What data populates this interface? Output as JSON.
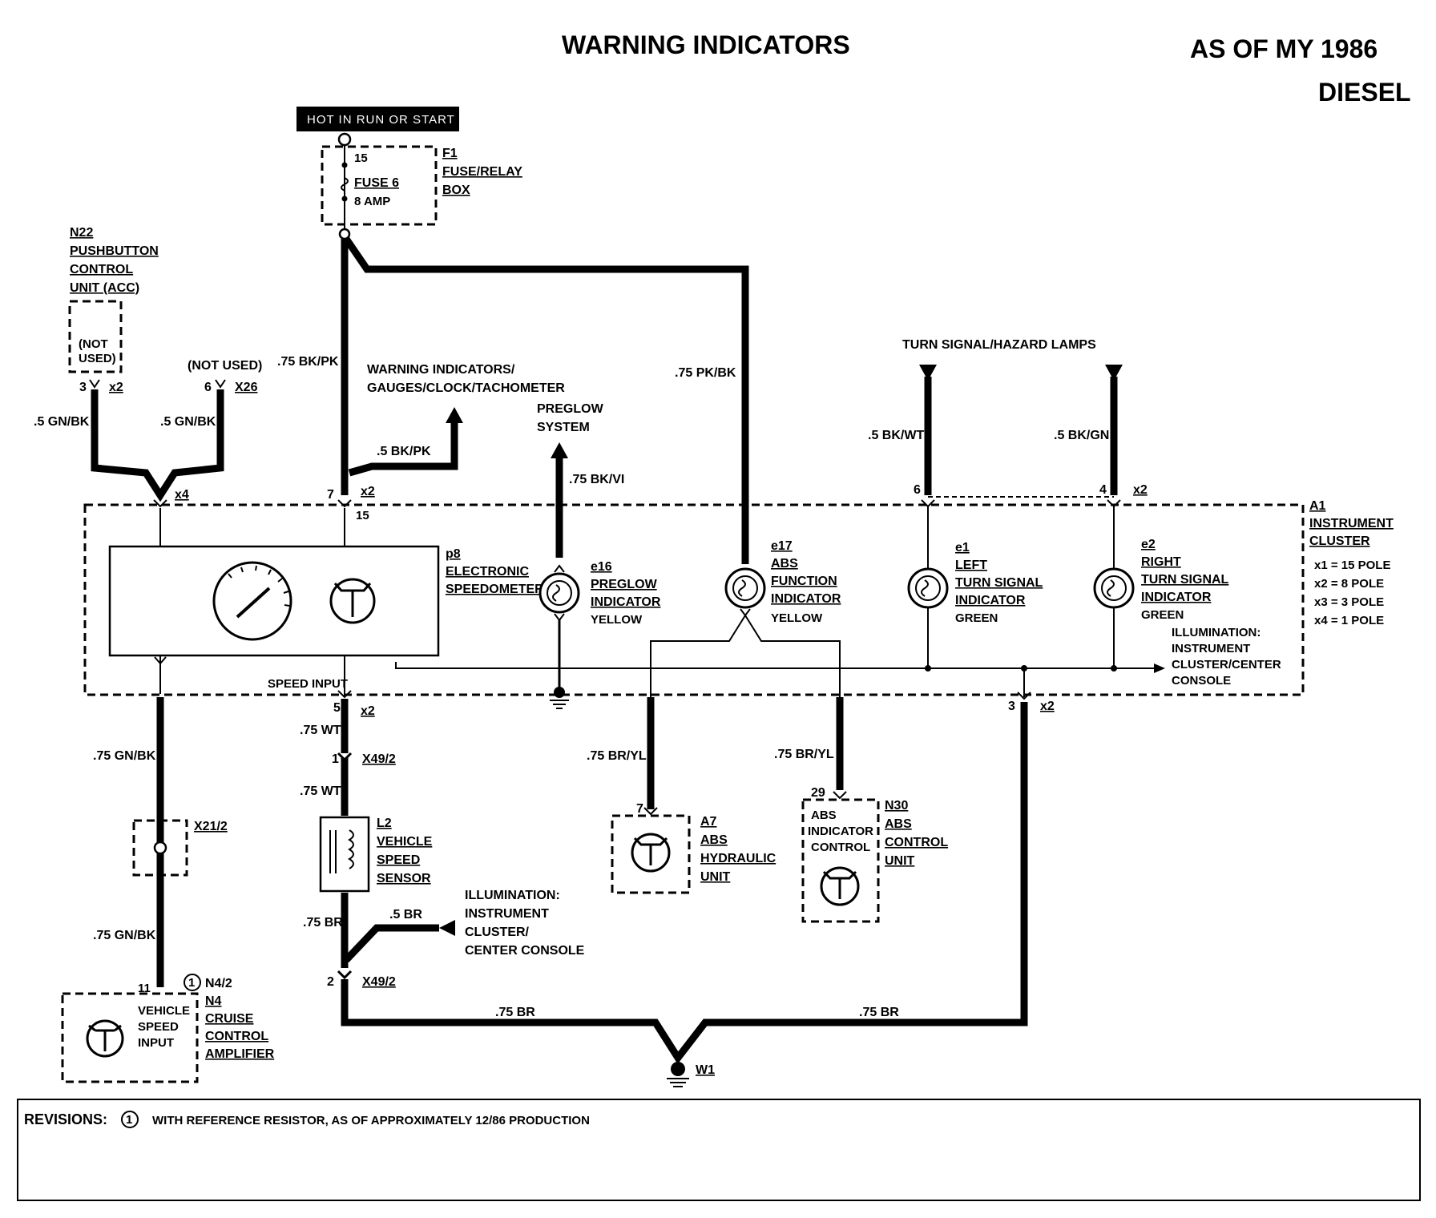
{
  "header": {
    "title": "WARNING INDICATORS",
    "model_year": "AS OF MY 1986",
    "engine": "DIESEL"
  },
  "power_source": {
    "label": "HOT IN RUN OR START"
  },
  "fuse_box": {
    "id": "F1",
    "name_line1": "FUSE/RELAY",
    "name_line2": "BOX",
    "pin": "15",
    "fuse_name": "FUSE 6",
    "fuse_rating": "8 AMP"
  },
  "n22": {
    "id": "N22",
    "line1": "PUSHBUTTON",
    "line2": "CONTROL",
    "line3": "UNIT (ACC)",
    "not_used_1": "(NOT",
    "not_used_2": "USED)",
    "pin": "3",
    "conn": "x2"
  },
  "x26": {
    "not_used": "(NOT USED)",
    "pin": "6",
    "conn": "X26"
  },
  "wires": {
    "gn_bk_left": ".5 GN/BK",
    "gn_bk_right": ".5 GN/BK",
    "bk_pk_main": ".75 BK/PK",
    "bk_pk_branch": ".5 BK/PK",
    "pk_bk": ".75 PK/BK",
    "bk_vi": ".75 BK/VI",
    "bk_wt": ".5 BK/WT",
    "bk_gn": ".5 BK/GN",
    "gn_bk_lower_1": ".75 GN/BK",
    "gn_bk_lower_2": ".75 GN/BK",
    "wt_1": ".75 WT",
    "wt_2": ".75 WT",
    "br_sensor": ".75 BR",
    "br_illum": ".5 BR",
    "br_yl_1": ".75 BR/YL",
    "br_yl_2": ".75 BR/YL",
    "br_bottom_left": ".75 BR",
    "br_bottom_right": ".75 BR"
  },
  "destinations": {
    "warning_line1": "WARNING INDICATORS/",
    "warning_line2": "GAUGES/CLOCK/TACHOMETER",
    "preglow_line1": "PREGLOW",
    "preglow_line2": "SYSTEM",
    "turn_lamps": "TURN SIGNAL/HAZARD LAMPS",
    "illum_line1": "ILLUMINATION:",
    "illum_line2": "INSTRUMENT",
    "illum_line3": "CLUSTER/",
    "illum_line4": "CENTER CONSOLE"
  },
  "cluster": {
    "id": "A1",
    "line1": "INSTRUMENT",
    "line2": "CLUSTER",
    "poles": [
      "x1 = 15 POLE",
      "x2 = 8 POLE",
      "x3 = 3 POLE",
      "x4 = 1 POLE"
    ],
    "x4": "x4",
    "pin7": "7",
    "x2_top": "x2",
    "pin15": "15",
    "pin6": "6",
    "pin4": "4",
    "x2_right": "x2",
    "speed_input": "SPEED INPUT",
    "pin5": "5",
    "x2_bottom": "x2",
    "pin3": "3",
    "x2_ground": "x2",
    "illum_line1": "ILLUMINATION:",
    "illum_line2": "INSTRUMENT",
    "illum_line3": "CLUSTER/CENTER",
    "illum_line4": "CONSOLE"
  },
  "components": {
    "p8": {
      "id": "p8",
      "line1": "ELECTRONIC",
      "line2": "SPEEDOMETER"
    },
    "e16": {
      "id": "e16",
      "line1": "PREGLOW",
      "line2": "INDICATOR",
      "color": "YELLOW"
    },
    "e17": {
      "id": "e17",
      "line1": "ABS",
      "line2": "FUNCTION",
      "line3": "INDICATOR",
      "color": "YELLOW"
    },
    "e1": {
      "id": "e1",
      "line1": "LEFT",
      "line2": "TURN SIGNAL",
      "line3": "INDICATOR",
      "color": "GREEN"
    },
    "e2": {
      "id": "e2",
      "line1": "RIGHT",
      "line2": "TURN SIGNAL",
      "line3": "INDICATOR",
      "color": "GREEN"
    }
  },
  "x49": {
    "pin1": "1",
    "conn1": "X49/2",
    "pin2": "2",
    "conn2": "X49/2"
  },
  "x21": {
    "conn": "X21/2"
  },
  "l2": {
    "id": "L2",
    "line1": "VEHICLE",
    "line2": "SPEED",
    "line3": "SENSOR"
  },
  "a7": {
    "pin": "7",
    "id": "A7",
    "line1": "ABS",
    "line2": "HYDRAULIC",
    "line3": "UNIT"
  },
  "n30": {
    "pin": "29",
    "id": "N30",
    "line1": "ABS",
    "line2": "CONTROL",
    "line3": "UNIT",
    "inner1": "ABS",
    "inner2": "INDICATOR",
    "inner3": "CONTROL"
  },
  "n4": {
    "pin": "11",
    "rev_mark": "1",
    "alt_id": "N4/2",
    "id": "N4",
    "line1": "CRUISE",
    "line2": "CONTROL",
    "line3": "AMPLIFIER",
    "inner1": "VEHICLE",
    "inner2": "SPEED",
    "inner3": "INPUT"
  },
  "ground": {
    "id": "W1"
  },
  "revisions": {
    "label": "REVISIONS:",
    "mark": "1",
    "text": "WITH REFERENCE RESISTOR, AS OF APPROXIMATELY 12/86 PRODUCTION"
  }
}
